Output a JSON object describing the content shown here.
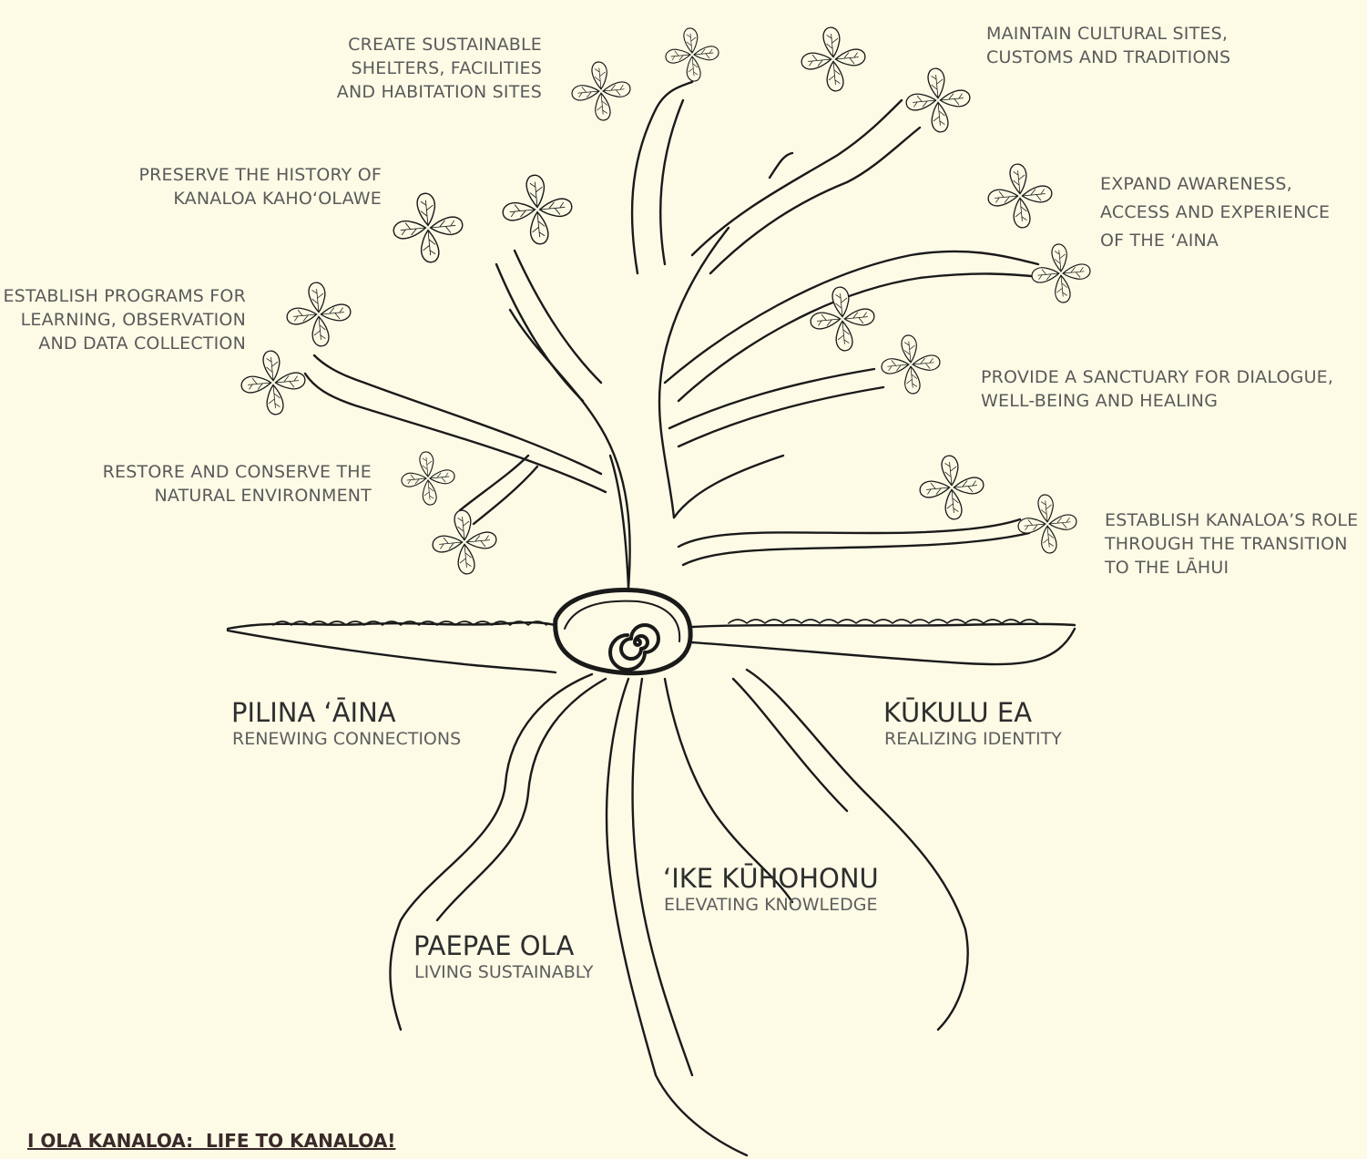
{
  "branches": [
    {
      "id": "habitation",
      "lines": [
        "CREATE SUSTAINABLE",
        "SHELTERS, FACILITIES",
        "AND HABITATION SITES"
      ]
    },
    {
      "id": "cultural",
      "lines": [
        "MAINTAIN CULTURAL SITES,",
        "CUSTOMS AND TRADITIONS"
      ]
    },
    {
      "id": "history",
      "lines": [
        "PRESERVE THE HISTORY OF",
        "KANALOA KAHO‘OLAWE"
      ]
    },
    {
      "id": "awareness",
      "lines": [
        "EXPAND AWARENESS,",
        "ACCESS AND EXPERIENCE",
        "OF THE ‘AINA"
      ]
    },
    {
      "id": "programs",
      "lines": [
        "ESTABLISH PROGRAMS FOR",
        "LEARNING, OBSERVATION",
        "AND DATA COLLECTION"
      ]
    },
    {
      "id": "sanctuary",
      "lines": [
        "PROVIDE A SANCTUARY FOR DIALOGUE,",
        "WELL-BEING AND HEALING"
      ]
    },
    {
      "id": "restore",
      "lines": [
        "RESTORE AND CONSERVE THE",
        "NATURAL ENVIRONMENT"
      ]
    },
    {
      "id": "role",
      "lines": [
        "ESTABLISH KANALOA’S ROLE",
        "THROUGH THE TRANSITION",
        "TO THE LĀHUI"
      ]
    }
  ],
  "roots": [
    {
      "id": "pilina",
      "title": "PILINA ‘ĀINA",
      "subtitle": "RENEWING CONNECTIONS"
    },
    {
      "id": "kukulu",
      "title": "KŪKULU EA",
      "subtitle": "REALIZING IDENTITY"
    },
    {
      "id": "ike",
      "title": "‘IKE KŪHOHONU",
      "subtitle": "ELEVATING KNOWLEDGE"
    },
    {
      "id": "paepae",
      "title": "PAEPAE OLA",
      "subtitle": "LIVING SUSTAINABLY"
    }
  ],
  "footer": {
    "title": "I OLA KANALOA:  LIFE TO KANALOA!"
  },
  "colors": {
    "background": "#fdfbe6",
    "ink": "#1a1a1a",
    "label": "#5a5a5a",
    "footer": "#3a2a2a"
  }
}
